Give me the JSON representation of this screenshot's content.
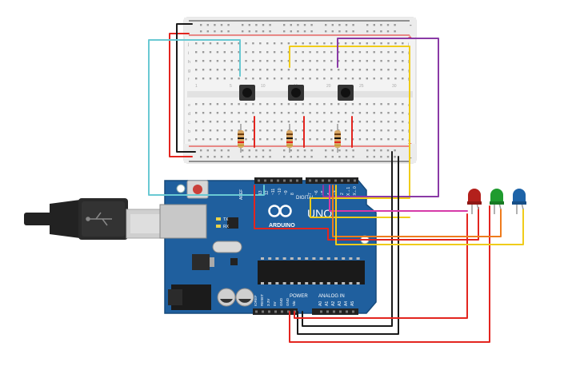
{
  "canvas": {
    "background": "#ffffff"
  },
  "arduino": {
    "board_label": "ARDUINO",
    "model_label": "UNO",
    "digital_label": "DIGITAL",
    "power_label": "POWER",
    "analog_label": "ANALOG IN",
    "aref_label": "AREF",
    "tx_label": "TX",
    "rx_label": "RX",
    "digital_pins": [
      "13",
      "12",
      "~11",
      "~10",
      "~9",
      "8",
      "7",
      "~6",
      "~5",
      "4",
      "~3",
      "2",
      "TX→1",
      "RX←0"
    ],
    "power_pins": [
      "IOREF",
      "RESET",
      "3.3V",
      "5V",
      "GND",
      "GND",
      "Vin"
    ],
    "analog_pins": [
      "A0",
      "A1",
      "A2",
      "A3",
      "A4",
      "A5"
    ],
    "board_color": "#1f5f9e"
  },
  "breadboard": {
    "row_letters_top": [
      "j",
      "i",
      "h",
      "g",
      "f"
    ],
    "row_letters_bottom": [
      "e",
      "d",
      "c",
      "b",
      "a"
    ],
    "column_numbers": [
      "1",
      "5",
      "10",
      "15",
      "20",
      "25",
      "30"
    ],
    "plus_label": "+",
    "minus_label": "-"
  },
  "leds": [
    {
      "color_name": "red",
      "color": "#b3201c"
    },
    {
      "color_name": "green",
      "color": "#1f9b2f"
    },
    {
      "color_name": "blue",
      "color": "#1d63a8"
    }
  ],
  "wire_colors": {
    "red": "#e3251f",
    "black": "#1a1a1a",
    "cyan": "#69c9d3",
    "yellow": "#f0cc1a",
    "purple": "#8a3aa6",
    "magenta": "#d63aa8",
    "orange": "#ee7b1d"
  }
}
